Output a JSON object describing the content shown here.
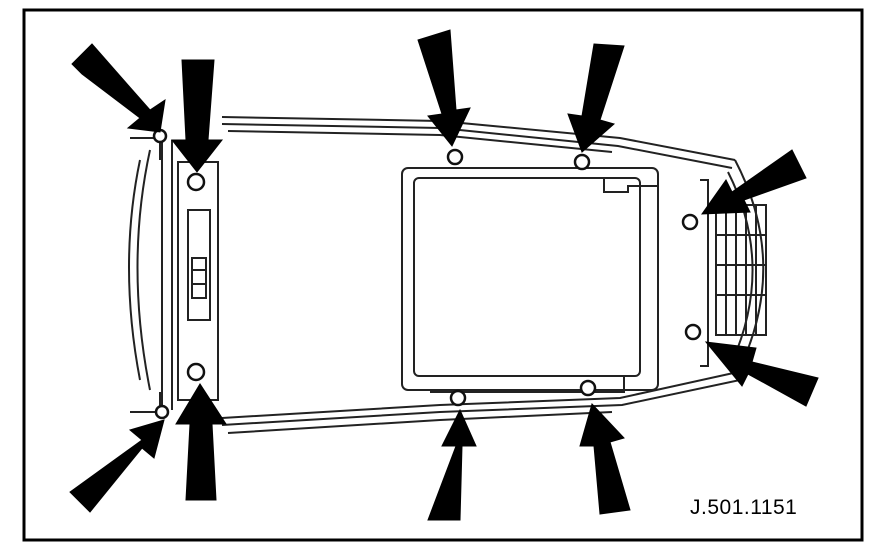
{
  "diagram": {
    "reference_code": "J.501.1151",
    "colors": {
      "ink": "#000000",
      "paper": "#ffffff",
      "line": "#222222"
    },
    "arrow_count": 10,
    "fastener_count": 10
  }
}
